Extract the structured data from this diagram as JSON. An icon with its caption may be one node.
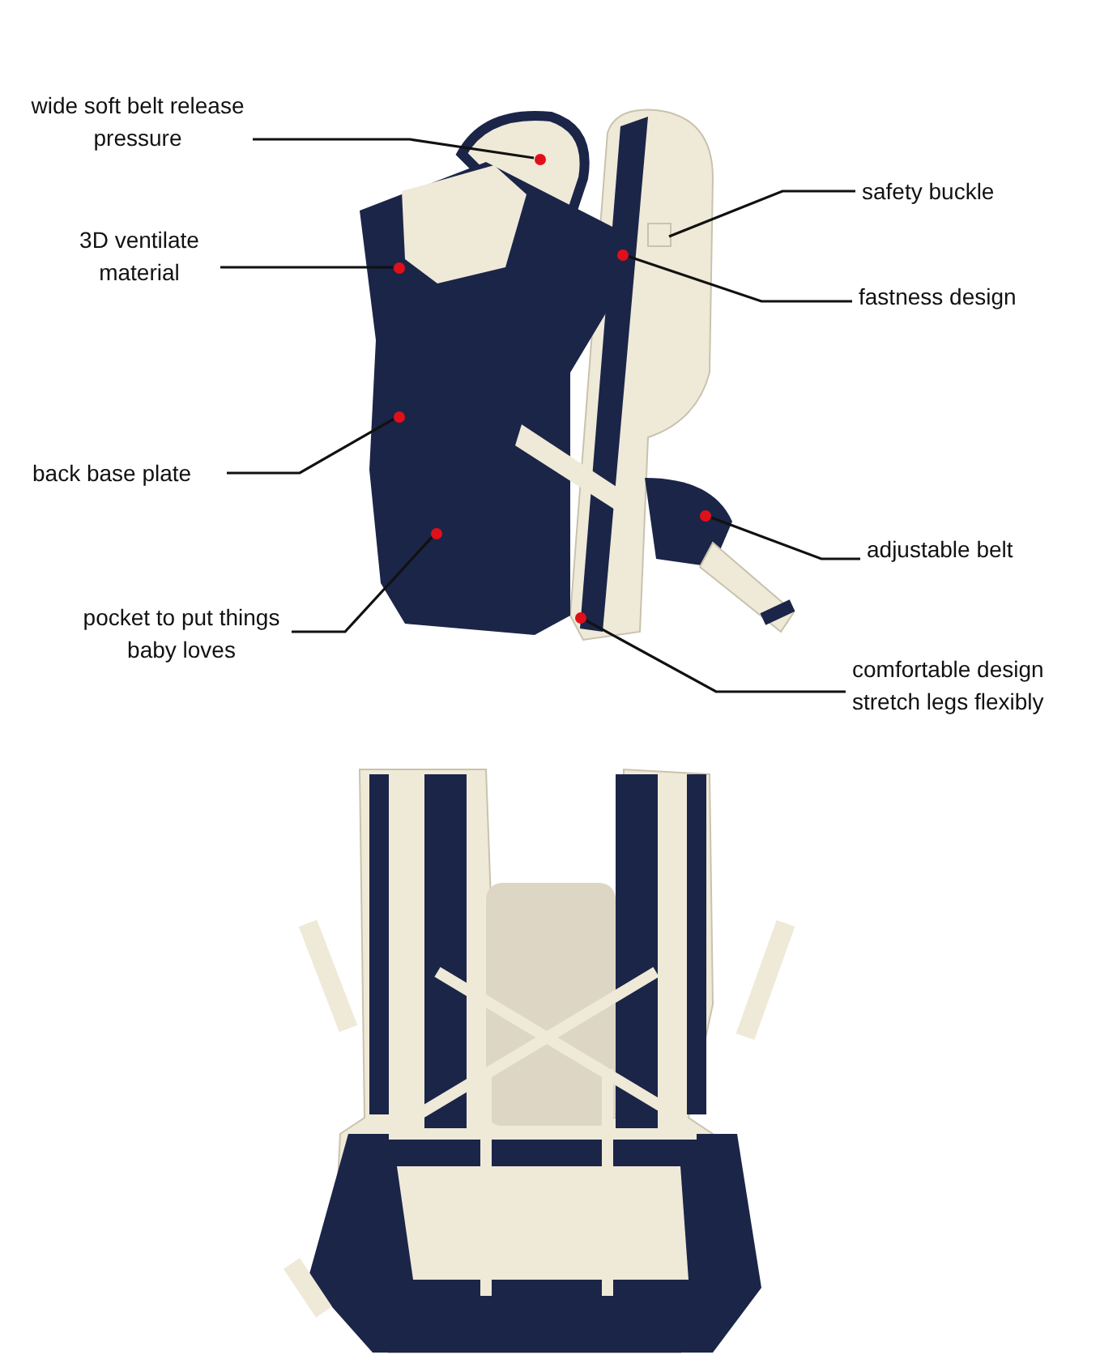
{
  "diagram": {
    "nodes": [
      {
        "text": [
          "wide  soft  belt release  pressure"
        ]
      },
      {
        "text": [
          "3D ventilate material"
        ]
      },
      {
        "text": [
          "back base plate"
        ]
      },
      {
        "text": [
          "pocket to put things baby loves"
        ]
      },
      {
        "text": [
          "safety buckle"
        ]
      },
      {
        "text": [
          "fastness design"
        ]
      },
      {
        "text": [
          "adjustable belt"
        ]
      },
      {
        "text": [
          "comfortable design stretch legs flexibly"
        ]
      },
      {
        "text": [],
        "shape": "circle"
      },
      {
        "text": [],
        "shape": "circle"
      },
      {
        "text": [],
        "shape": "circle"
      },
      {
        "text": [],
        "shape": "circle"
      },
      {
        "text": [],
        "shape": "circle"
      },
      {
        "text": [],
        "shape": "circle"
      },
      {
        "text": [],
        "shape": "circle"
      }
    ],
    "edges": [
      {
        "from": 0,
        "to": 8,
        "arrow": "none"
      },
      {
        "from": 1,
        "to": 9,
        "arrow": "none"
      },
      {
        "from": 2,
        "to": 10,
        "arrow": "none"
      },
      {
        "from": 3,
        "to": 11,
        "arrow": "none"
      },
      {
        "from": 4,
        "to": null,
        "arrow": "none"
      },
      {
        "from": 5,
        "to": 12,
        "arrow": "none"
      },
      {
        "from": 6,
        "to": 13,
        "arrow": "none"
      },
      {
        "from": 7,
        "to": 14,
        "arrow": "none"
      }
    ]
  }
}
